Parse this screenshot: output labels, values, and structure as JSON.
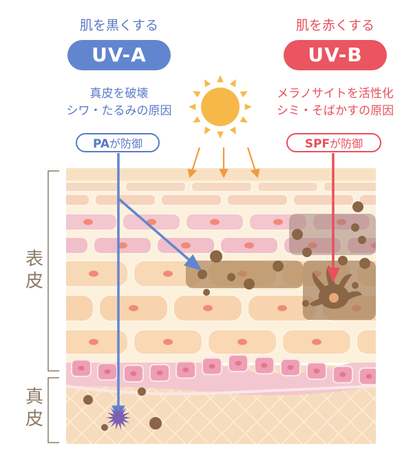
{
  "uva": {
    "effect": "肌を黒くする",
    "name": "UV-A",
    "desc_line1": "真皮を破壊",
    "desc_line2": "シワ・たるみの原因",
    "badge_strong": "PA",
    "badge_rest": "が防御"
  },
  "uvb": {
    "effect": "肌を赤くする",
    "name": "UV-B",
    "desc_line1": "メラノサイトを活性化",
    "desc_line2": "シミ・そばかすの原因",
    "badge_strong": "SPF",
    "badge_rest": "が防御"
  },
  "layers": {
    "epidermis_1": "表",
    "epidermis_2": "皮",
    "dermis_1": "真",
    "dermis_2": "皮"
  },
  "colors": {
    "uva": "#6285cf",
    "uvb": "#ea5560",
    "sun": "#f7b84a",
    "melanin": "#8a6546"
  }
}
